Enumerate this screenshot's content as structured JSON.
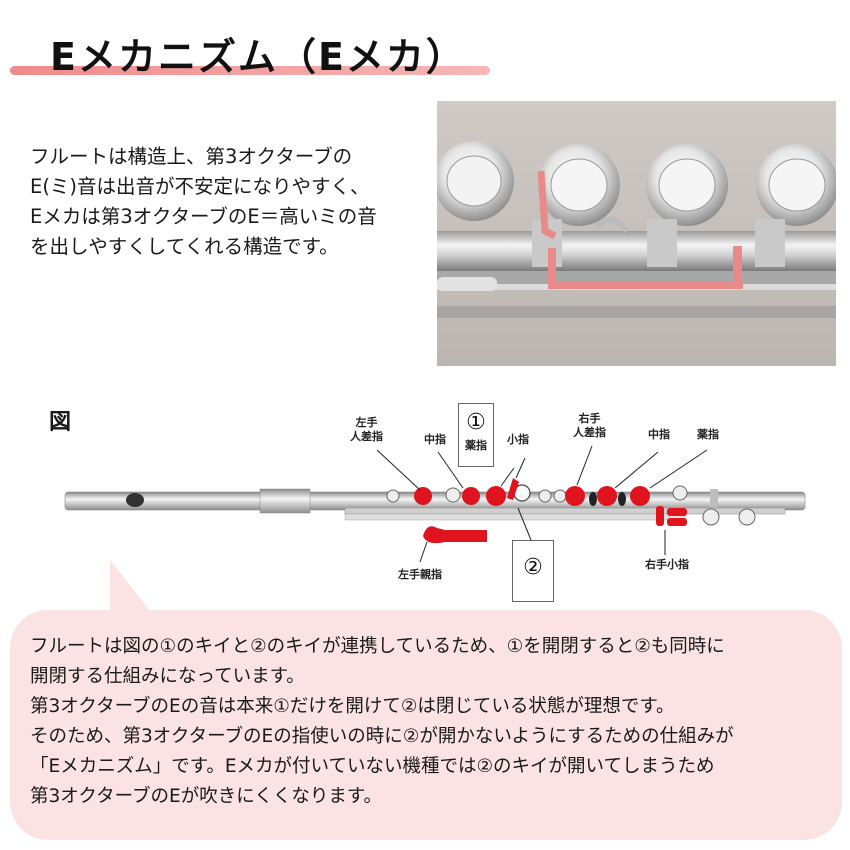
{
  "title": "Eメカニズム（Eメカ）",
  "intro": [
    "フルートは構造上、第3オクターブの",
    "E(ミ)音は出音が不安定になりやすく、",
    "Eメカは第3オクターブのE＝高いミの音",
    "を出しやすくしてくれる構造です。"
  ],
  "figure_label": "図",
  "diagram_labels": {
    "left_index": "左手\n人差指",
    "left_middle": "中指",
    "left_ring": "薬指",
    "left_pinky": "小指",
    "left_thumb": "左手親指",
    "right_index": "右手\n人差指",
    "right_middle": "中指",
    "right_ring": "薬指",
    "right_pinky": "右手小指",
    "key1": "①",
    "key2": "②"
  },
  "colors": {
    "accent_red": "#e0141e",
    "title_bar": "#f08a8a",
    "bubble": "#fce3e3",
    "e_mech_link": "#e88a8a"
  },
  "explanation": [
    "フルートは図の①のキイと②のキイが連携しているため、①を開閉すると②も同時に",
    "開閉する仕組みになっています。",
    "第3オクターブのEの音は本来①だけを開けて②は閉じている状態が理想です。",
    "そのため、第3オクターブのEの指使いの時に②が開かないようにするための仕組みが",
    "「Eメカニズム」です。Eメカが付いていない機種では②のキイが開いてしまうため",
    "第3オクターブのEが吹きにくくなります。"
  ]
}
